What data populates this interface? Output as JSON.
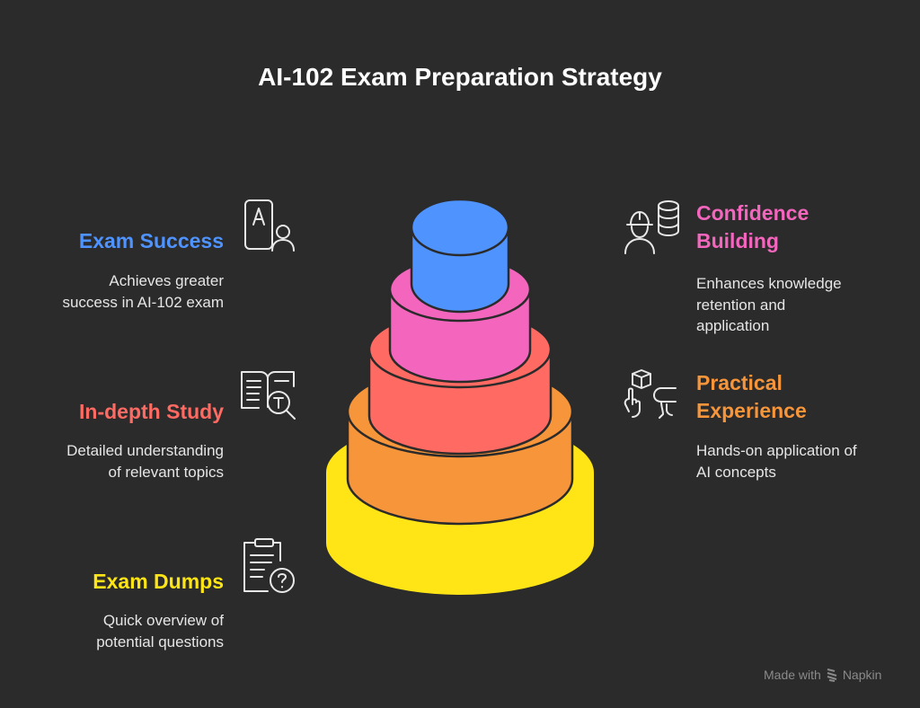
{
  "title": "AI-102 Exam Preparation Strategy",
  "items": [
    {
      "heading": "Exam Success",
      "description_lines": [
        "Achieves greater",
        "success in AI-102 exam"
      ],
      "color": "#4f93ff",
      "icon": "exam-user-icon"
    },
    {
      "heading": "In-depth Study",
      "description_lines": [
        "Detailed understanding",
        "of relevant topics"
      ],
      "color": "#ff6a63",
      "icon": "book-search-icon"
    },
    {
      "heading": "Exam Dumps",
      "description_lines": [
        "Quick overview of",
        "potential questions"
      ],
      "color": "#ffe516",
      "icon": "clipboard-question-icon"
    },
    {
      "heading_lines": [
        "Confidence",
        "Building"
      ],
      "description_lines": [
        "Enhances knowledge",
        "retention and",
        "application"
      ],
      "color": "#f466be",
      "icon": "worker-database-icon"
    },
    {
      "heading_lines": [
        "Practical",
        "Experience"
      ],
      "description_lines": [
        "Hands-on application of",
        "AI concepts"
      ],
      "color": "#f7953a",
      "icon": "hands-on-vr-icon"
    }
  ],
  "tiers": [
    {
      "name": "Exam Dumps",
      "color": "#ffe516",
      "level": 1
    },
    {
      "name": "Practical Experience",
      "color": "#f7953a",
      "level": 2
    },
    {
      "name": "In-depth Study",
      "color": "#ff6a63",
      "level": 3
    },
    {
      "name": "Confidence Building",
      "color": "#f466be",
      "level": 4
    },
    {
      "name": "Exam Success",
      "color": "#4f93ff",
      "level": 5
    }
  ],
  "footer": {
    "made_with": "Made with",
    "brand": "Napkin"
  }
}
